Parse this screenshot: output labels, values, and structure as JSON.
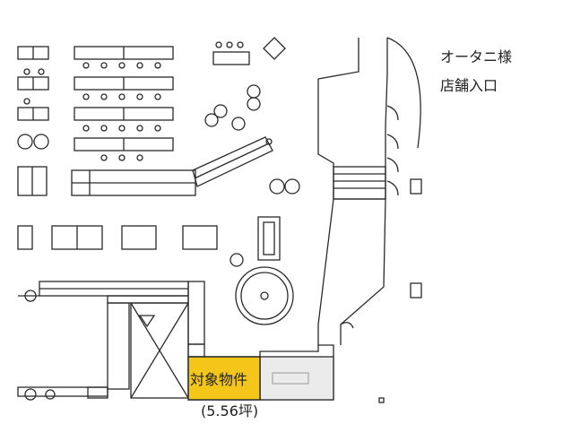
{
  "labels": {
    "store_entrance_line1": "オータニ様",
    "store_entrance_line2": "店舗入口",
    "target_property": "対象物件",
    "target_area": "(5.56坪)"
  },
  "colors": {
    "target_fill": "#f5c61a",
    "line": "#2a2a2a",
    "adjacent_fill": "#ebebeb"
  }
}
